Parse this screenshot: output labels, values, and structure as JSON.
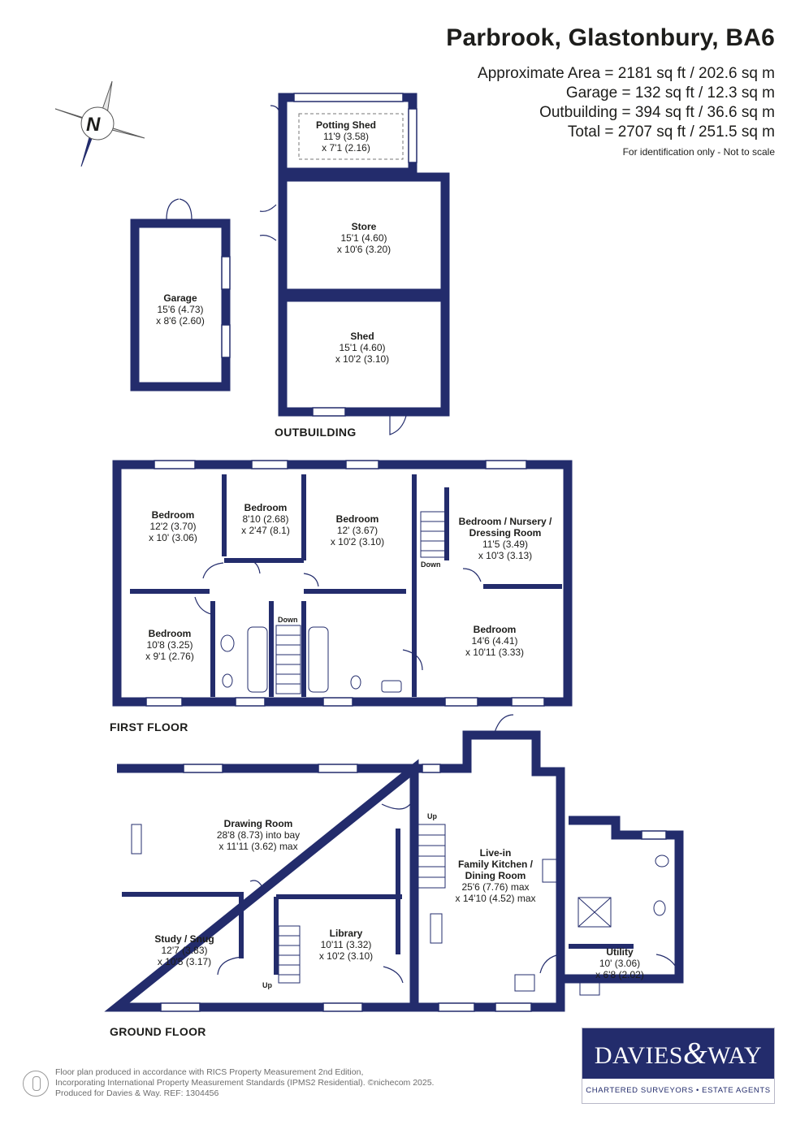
{
  "header": {
    "title": "Parbrook, Glastonbury, BA6",
    "areas": [
      "Approximate Area = 2181 sq ft / 202.6 sq m",
      "Garage = 132 sq ft / 12.3 sq m",
      "Outbuilding = 394 sq ft / 36.6 sq m",
      "Total = 2707 sq ft / 251.5 sq m"
    ],
    "note": "For identification only - Not to scale"
  },
  "compass": {
    "label": "N"
  },
  "floors": {
    "outbuilding": "OUTBUILDING",
    "first": "FIRST FLOOR",
    "ground": "GROUND FLOOR"
  },
  "rooms": {
    "potting_shed": {
      "name": "Potting Shed",
      "dims": [
        "11'9 (3.58)",
        "x 7'1 (2.16)"
      ]
    },
    "store": {
      "name": "Store",
      "dims": [
        "15'1 (4.60)",
        "x 10'6 (3.20)"
      ]
    },
    "shed": {
      "name": "Shed",
      "dims": [
        "15'1 (4.60)",
        "x 10'2 (3.10)"
      ]
    },
    "garage": {
      "name": "Garage",
      "dims": [
        "15'6 (4.73)",
        "x 8'6 (2.60)"
      ]
    },
    "bedroom_1": {
      "name": "Bedroom",
      "dims": [
        "12'2 (3.70)",
        "x 10' (3.06)"
      ]
    },
    "bedroom_2": {
      "name": "Bedroom",
      "dims": [
        "8'10 (2.68)",
        "x 2'47 (8.1)"
      ]
    },
    "bedroom_3": {
      "name": "Bedroom",
      "dims": [
        "12' (3.67)",
        "x 10'2 (3.10)"
      ]
    },
    "bedroom_nursery": {
      "name": "Bedroom / Nursery /",
      "name2": "Dressing Room",
      "dims": [
        "11'5 (3.49)",
        "x 10'3 (3.13)"
      ]
    },
    "bedroom_4": {
      "name": "Bedroom",
      "dims": [
        "10'8 (3.25)",
        "x 9'1 (2.76)"
      ]
    },
    "bedroom_5": {
      "name": "Bedroom",
      "dims": [
        "14'6 (4.41)",
        "x 10'11 (3.33)"
      ]
    },
    "drawing_room": {
      "name": "Drawing Room",
      "dims": [
        "28'8 (8.73) into bay",
        "x 11'11 (3.62) max"
      ]
    },
    "kitchen": {
      "name": "Live-in",
      "name2": "Family Kitchen /",
      "name3": "Dining Room",
      "dims": [
        "25'6 (7.76) max",
        "x 14'10 (4.52) max"
      ]
    },
    "study": {
      "name": "Study / Snug",
      "dims": [
        "12'7 (3.83)",
        "x 10'5 (3.17)"
      ]
    },
    "library": {
      "name": "Library",
      "dims": [
        "10'11 (3.32)",
        "x 10'2 (3.10)"
      ]
    },
    "utility": {
      "name": "Utility",
      "dims": [
        "10' (3.06)",
        "x 6'8 (2.02)"
      ]
    }
  },
  "stair_labels": {
    "first_down_1": "Down",
    "first_down_2": "Down",
    "ground_up_1": "Up",
    "ground_up_2": "Up"
  },
  "footer": {
    "lines": [
      "Floor plan produced in accordance with RICS Property Measurement 2nd Edition,",
      "Incorporating International Property Measurement Standards (IPMS2 Residential).   ©nichecom 2025.",
      "Produced for Davies & Way.   REF:  1304456"
    ]
  },
  "logo": {
    "name_left": "DAVIES",
    "amp": "&",
    "name_right": "WAY",
    "tagline": "CHARTERED SURVEYORS • ESTATE AGENTS"
  },
  "colors": {
    "wall": "#232c6c",
    "text": "#1d1d1b"
  }
}
